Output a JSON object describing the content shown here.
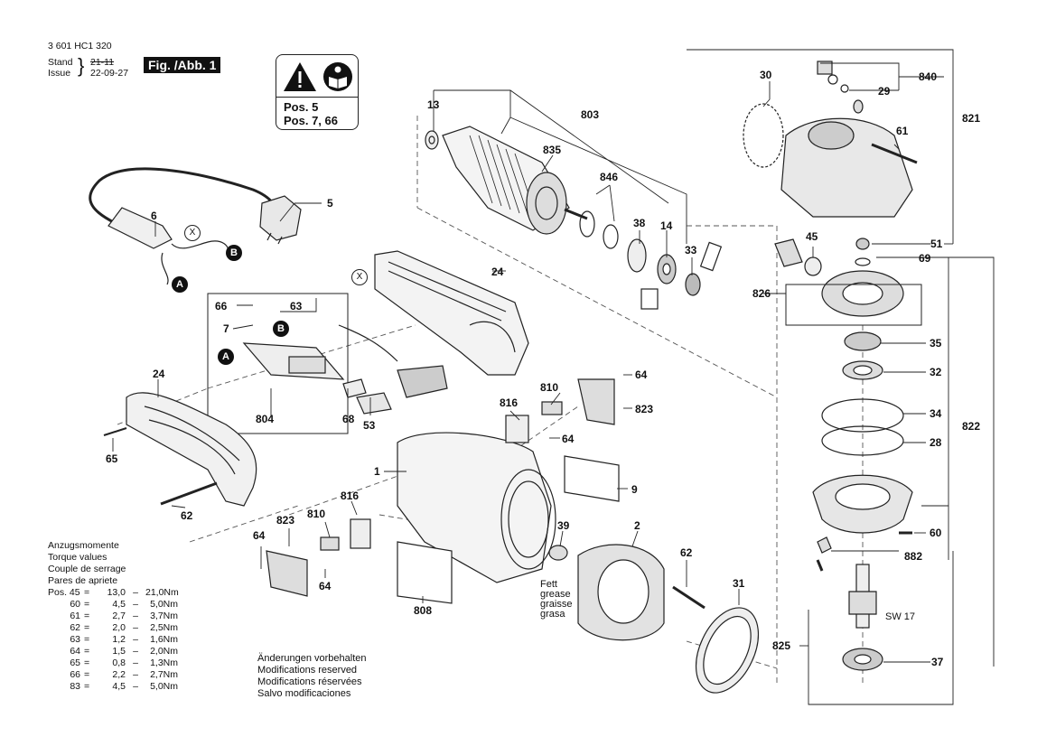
{
  "header": {
    "part_number": "3 601 HC1 320",
    "stand_label": "Stand",
    "issue_label": "Issue",
    "stand_value": "21-11",
    "issue_value": "22-09-27",
    "figure_label": "Fig. /Abb. 1"
  },
  "warning_box": {
    "line1": "Pos. 5",
    "line2": "Pos. 7, 66"
  },
  "callouts": {
    "p5": "5",
    "p6": "6",
    "pX1": "X",
    "pX2": "X",
    "pA1": "A",
    "pA2": "A",
    "pB1": "B",
    "pB2": "B",
    "p13": "13",
    "p803": "803",
    "p835": "835",
    "p846": "846",
    "p38": "38",
    "p14": "14",
    "p33": "33",
    "p24a": "24",
    "p24b": "24",
    "p66": "66",
    "p63": "63",
    "p7": "7",
    "p804": "804",
    "p68": "68",
    "p53": "53",
    "p65": "65",
    "p62a": "62",
    "p816a": "816",
    "p810a": "810",
    "p64a": "64",
    "p823a": "823",
    "p64b": "64",
    "p1": "1",
    "p9": "9",
    "p816b": "816",
    "p810b": "810",
    "p823b": "823",
    "p64c": "64",
    "p64d": "64",
    "p39": "39",
    "p2": "2",
    "p62b": "62",
    "p31": "31",
    "p808": "808",
    "p30": "30",
    "p840": "840",
    "p29": "29",
    "p821": "821",
    "p61": "61",
    "p51": "51",
    "p45": "45",
    "p69": "69",
    "p826": "826",
    "p35": "35",
    "p32": "32",
    "p34": "34",
    "p822": "822",
    "p28": "28",
    "p60": "60",
    "p882": "882",
    "sw17": "SW 17",
    "p825": "825",
    "p37": "37"
  },
  "grease_note": [
    "Fett",
    "grease",
    "graisse",
    "grasa"
  ],
  "torque_table": {
    "headings": [
      "Anzugsmomente",
      "Torque values",
      "Couple de serrage",
      "Pares de apriete"
    ],
    "rows": [
      {
        "pos": "Pos. 45",
        "eq": "=",
        "min": "13,0",
        "dash": "–",
        "max": "21,0Nm"
      },
      {
        "pos": "60",
        "eq": "=",
        "min": "4,5",
        "dash": "–",
        "max": "5,0Nm"
      },
      {
        "pos": "61",
        "eq": "=",
        "min": "2,7",
        "dash": "–",
        "max": "3,7Nm"
      },
      {
        "pos": "62",
        "eq": "=",
        "min": "2,0",
        "dash": "–",
        "max": "2,5Nm"
      },
      {
        "pos": "63",
        "eq": "=",
        "min": "1,2",
        "dash": "–",
        "max": "1,6Nm"
      },
      {
        "pos": "64",
        "eq": "=",
        "min": "1,5",
        "dash": "–",
        "max": "2,0Nm"
      },
      {
        "pos": "65",
        "eq": "=",
        "min": "0,8",
        "dash": "–",
        "max": "1,3Nm"
      },
      {
        "pos": "66",
        "eq": "=",
        "min": "2,2",
        "dash": "–",
        "max": "2,7Nm"
      },
      {
        "pos": "83",
        "eq": "=",
        "min": "4,5",
        "dash": "–",
        "max": "5,0Nm"
      }
    ]
  },
  "modifications_note": [
    "Änderungen vorbehalten",
    "Modifications reserved",
    "Modifications réservées",
    "Salvo modificaciones"
  ]
}
